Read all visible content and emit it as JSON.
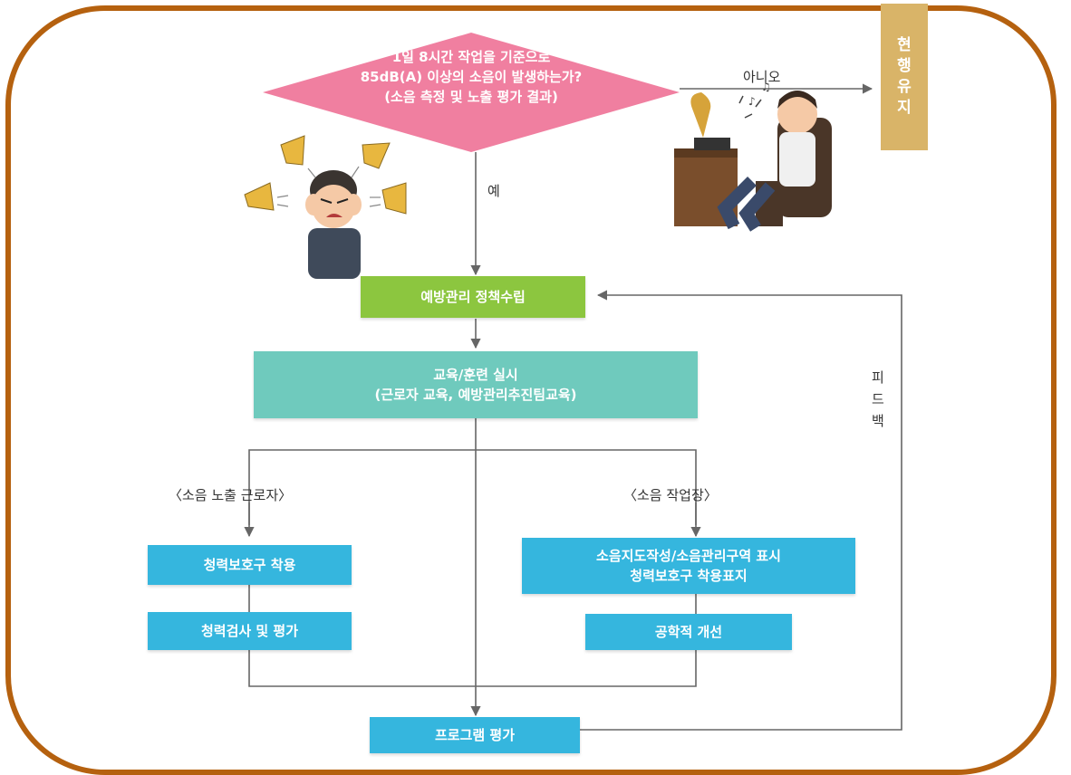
{
  "decision": {
    "line1": "1일 8시간 작업을 기준으로",
    "line2": "85dB(A) 이상의 소음이 발생하는가?",
    "line3": "(소음 측정 및 노출 평가 결과)"
  },
  "no_label": "아니오",
  "yes_label": "예",
  "maintain": [
    "현",
    "행",
    "유",
    "지"
  ],
  "policy": "예방관리 정책수립",
  "education": {
    "line1": "교육/훈련 실시",
    "line2": "(근로자 교육, 예방관리추진팀교육)"
  },
  "feedback": [
    "피",
    "드",
    "백"
  ],
  "left_branch": {
    "header": "〈소음 노출 근로자〉",
    "step1": "청력보호구 착용",
    "step2": "청력검사 및 평가"
  },
  "right_branch": {
    "header": "〈소음 작업장〉",
    "step1_line1": "소음지도작성/소음관리구역 표시",
    "step1_line2": "청력보호구 착용표지",
    "step2": "공학적 개선"
  },
  "evaluation": "프로그램 평가",
  "colors": {
    "frame": "#b5610f",
    "decision": "#f07fa0",
    "policy": "#8cc63f",
    "education": "#6fcabd",
    "action": "#35b6de",
    "maintain": "#d9b468"
  }
}
